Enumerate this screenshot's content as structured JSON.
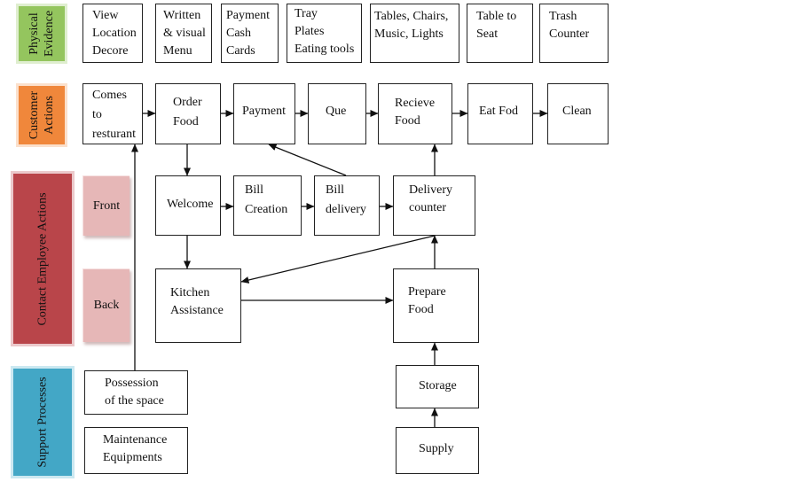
{
  "lanes": {
    "physical_evidence": "Physical\nEvidence",
    "customer_actions": "Customer\nActions",
    "contact_employee_actions": "Contact Employee Actions",
    "support_processes": "Support Processes"
  },
  "colors": {
    "physical_evidence": "#94c55e",
    "customer_actions": "#f0873b",
    "contact_employee_actions": "#b9454a",
    "support_processes": "#43a7c6",
    "front_back_tabs": "#e6b7b7"
  },
  "physical_evidence": {
    "view": "View\nLocation\nDecore",
    "menu": "Written\n& visual\nMenu",
    "payment": "Payment\nCash\nCards",
    "tray": "Tray\nPlates\nEating tools",
    "furniture": "Tables, Chairs,\nMusic, Lights",
    "table_to_seat": "Table to\nSeat",
    "trash": "Trash\nCounter"
  },
  "customer_actions": {
    "comes": "Comes\nto\nresturant",
    "order": "Order\nFood",
    "payment": "Payment",
    "que": "Que",
    "receive": "Recieve\nFood",
    "eat": "Eat Fod",
    "clean": "Clean"
  },
  "employee_actions": {
    "front": "Front",
    "back": "Back",
    "welcome": "Welcome",
    "bill_creation": "Bill\nCreation",
    "bill_delivery": "Bill\ndelivery",
    "delivery_counter": "Delivery\ncounter",
    "kitchen": "Kitchen\nAssistance",
    "prepare": "Prepare\nFood"
  },
  "support_processes": {
    "possession": "Possession\nof the space",
    "maintenance": "Maintenance\nEquipments",
    "storage": "Storage",
    "supply": "Supply"
  }
}
